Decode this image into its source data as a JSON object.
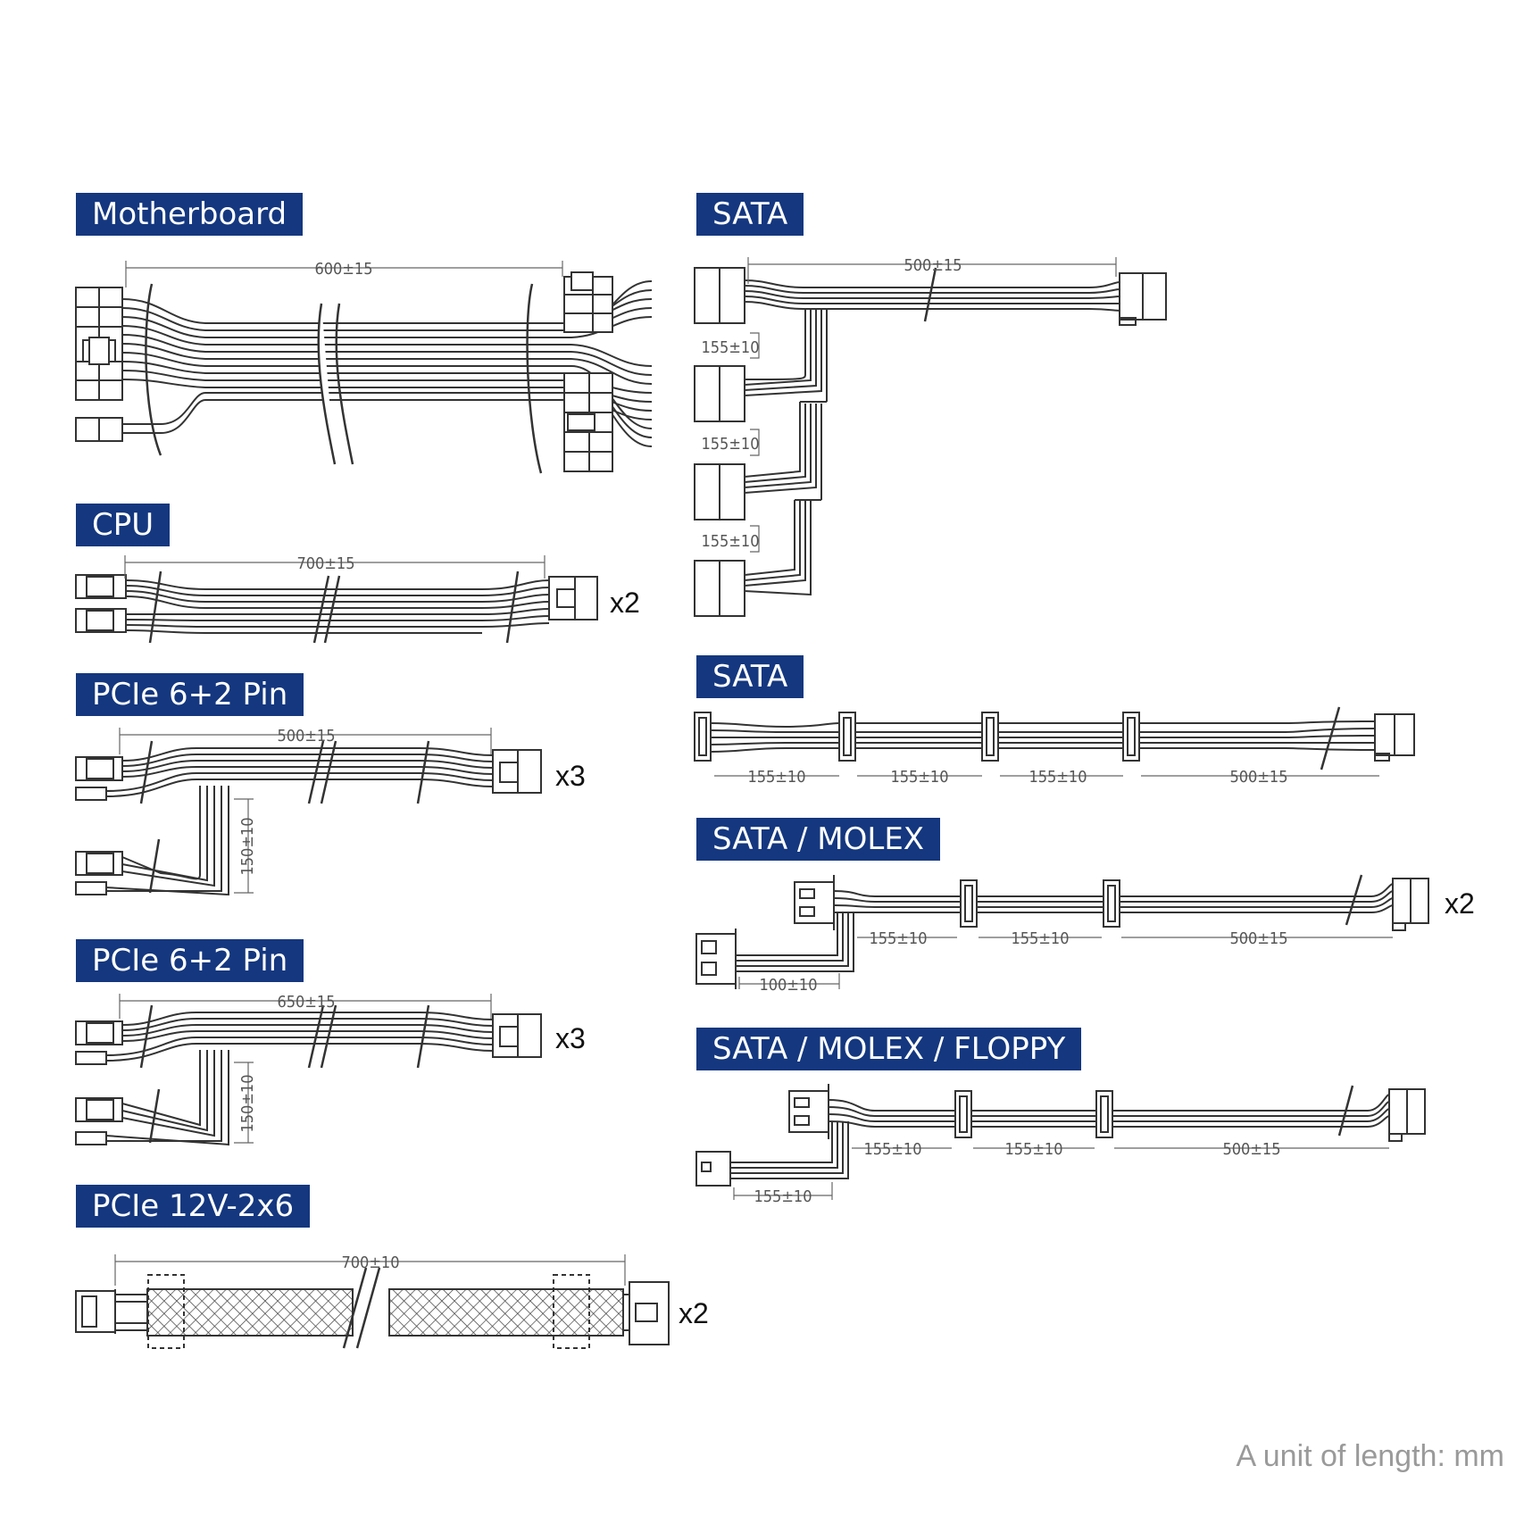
{
  "colors": {
    "label_bg": "#14377f",
    "label_text": "#ffffff",
    "line": "#333333",
    "dim_text": "#555555",
    "unit_text": "#9a9a9a"
  },
  "sections": {
    "motherboard": {
      "label": "Motherboard",
      "length": "600±15"
    },
    "cpu": {
      "label": "CPU",
      "length": "700±15",
      "multiplier": "x2"
    },
    "pcie1": {
      "label": "PCIe 6+2 Pin",
      "length": "500±15",
      "branch": "150±10",
      "multiplier": "x3"
    },
    "pcie2": {
      "label": "PCIe 6+2 Pin",
      "length": "650±15",
      "branch": "150±10",
      "multiplier": "x3"
    },
    "pcie12v": {
      "label": "PCIe 12V-2x6",
      "length": "700±10",
      "multiplier": "x2"
    },
    "sata1": {
      "label": "SATA",
      "length": "500±15",
      "spacings": [
        "155±10",
        "155±10",
        "155±10"
      ]
    },
    "sata2": {
      "label": "SATA",
      "spacings": [
        "155±10",
        "155±10",
        "155±10"
      ],
      "length": "500±15"
    },
    "sata_molex": {
      "label": "SATA / MOLEX",
      "spacings": [
        "155±10",
        "155±10"
      ],
      "length": "500±15",
      "molex_length": "100±10",
      "multiplier": "x2"
    },
    "sata_molex_floppy": {
      "label": "SATA / MOLEX / FLOPPY",
      "spacings": [
        "155±10",
        "155±10"
      ],
      "length": "500±15",
      "floppy_length": "155±10"
    }
  },
  "unit_note": "A unit of length: mm"
}
